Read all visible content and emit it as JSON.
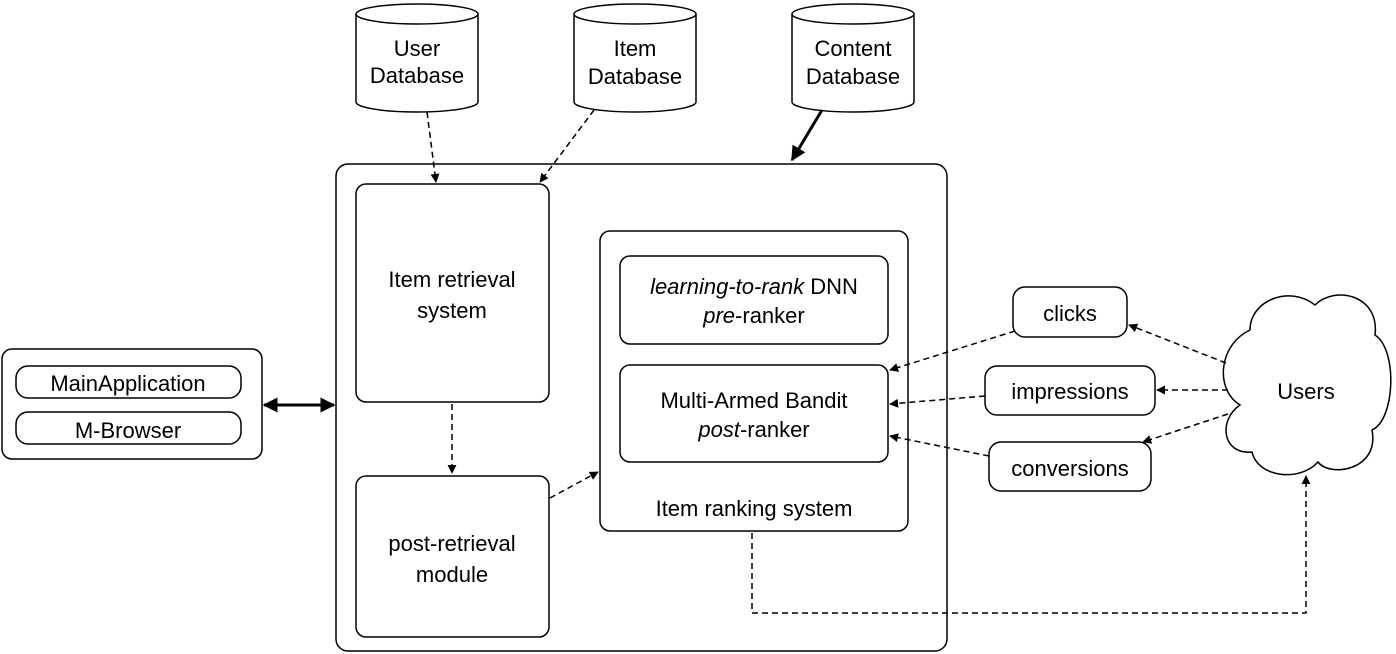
{
  "databases": {
    "user": {
      "line1": "User",
      "line2": "Database"
    },
    "item": {
      "line1": "Item",
      "line2": "Database"
    },
    "content": {
      "line1": "Content",
      "line2": "Database"
    }
  },
  "clients": {
    "main_app": "MainApplication",
    "browser": "M-Browser"
  },
  "retrieval": {
    "line1": "Item retrieval",
    "line2": "system"
  },
  "post_retrieval": {
    "line1": "post-retrieval",
    "line2": "module"
  },
  "ranking": {
    "title": "Item ranking system",
    "pre_ranker": {
      "italic_part": "learning-to-rank",
      "normal_part": " DNN",
      "line2_italic": "pre",
      "line2_normal": "-ranker"
    },
    "post_ranker": {
      "line1": "Multi-Armed Bandit",
      "line2_italic": "post",
      "line2_normal": "-ranker"
    }
  },
  "feedback": {
    "clicks": "clicks",
    "impressions": "impressions",
    "conversions": "conversions"
  },
  "users": "Users",
  "colors": {
    "stroke": "#000000",
    "background": "#ffffff"
  }
}
